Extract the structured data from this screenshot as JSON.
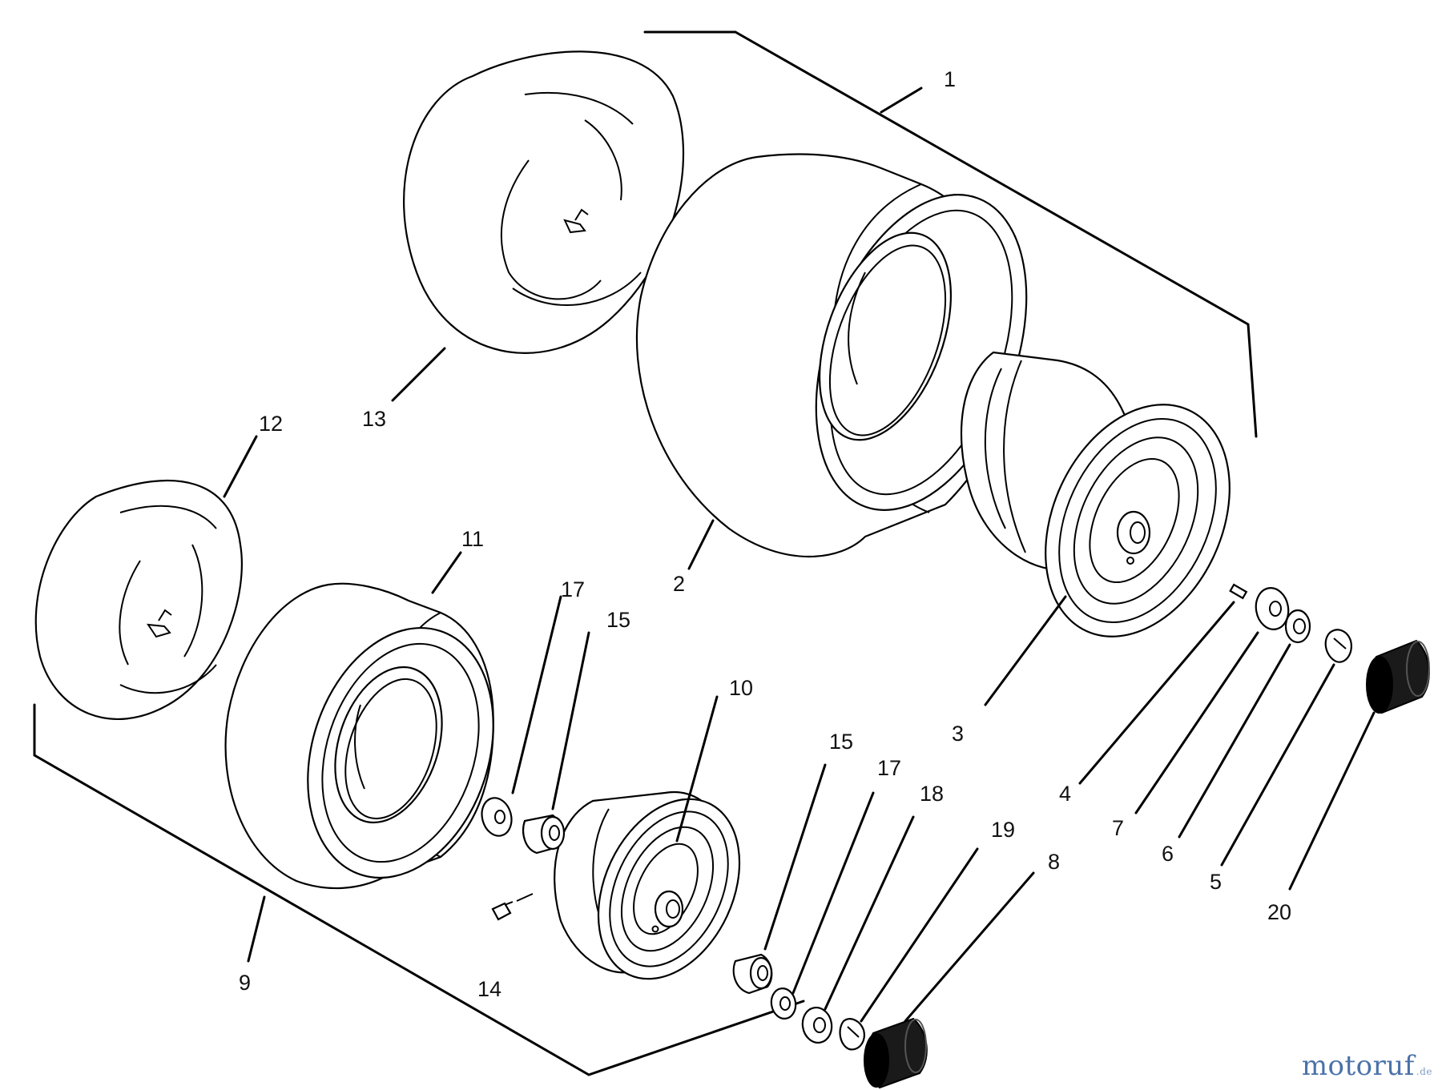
{
  "labels": {
    "p1": "1",
    "p2": "2",
    "p3": "3",
    "p4": "4",
    "p5": "5",
    "p6": "6",
    "p7": "7",
    "p8": "8",
    "p9": "9",
    "p10": "10",
    "p11": "11",
    "p12": "12",
    "p13": "13",
    "p14": "14",
    "p15a": "15",
    "p15b": "15",
    "p17a": "17",
    "p17b": "17",
    "p18": "18",
    "p19": "19",
    "p20": "20"
  },
  "watermark": {
    "main": "motoruf",
    "tld": ".de"
  },
  "colors": {
    "line": "#000000",
    "background": "#ffffff",
    "cap": "#1a1a1a",
    "watermark": "#4a72a8"
  }
}
